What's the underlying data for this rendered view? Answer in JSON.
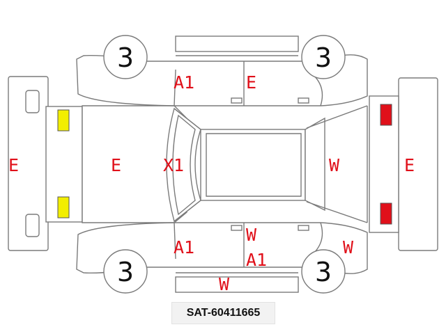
{
  "colors": {
    "outline": "#7a7a7a",
    "mark_text": "#e0101a",
    "headlight_indicator": "#f2ee00",
    "taillight_indicator": "#e0101a"
  },
  "wheels": {
    "front_left": "3",
    "front_right": "3",
    "rear_left": "3",
    "rear_right": "3"
  },
  "marks": {
    "front_bumper": "E",
    "hood": "E",
    "windshield": "X1",
    "roof_side_upper_front": "A1",
    "rear_door_upper": "E",
    "roof_side_lower_front": "A1",
    "rear_door_lower_w": "W",
    "rear_door_lower_a1": "A1",
    "rocker_panel": "W",
    "rear_glass": "W",
    "rear_quarter_lower": "W",
    "rear_bumper": "E"
  },
  "stock_code": "SAT-60411665"
}
